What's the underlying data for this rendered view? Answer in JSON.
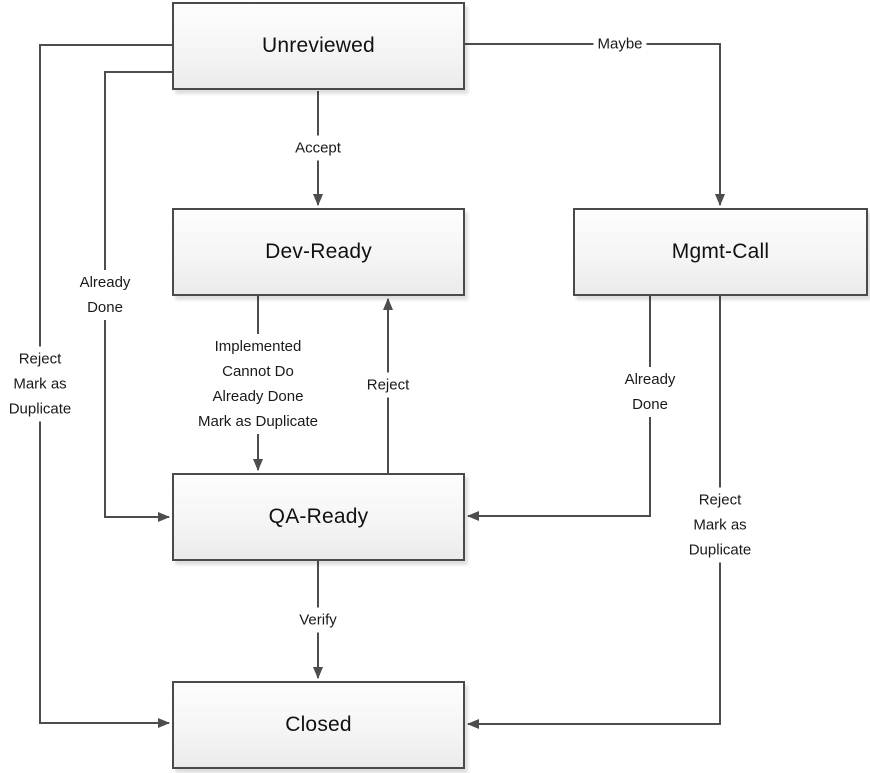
{
  "diagram": {
    "type": "flowchart-state-diagram",
    "colors": {
      "background": "#ffffff",
      "line": "#4d4d4d",
      "node_border": "#4a4a4a",
      "node_fill_top": "#fdfdfd",
      "node_fill_bottom": "#ebebeb",
      "text": "#1a1a1a"
    },
    "nodes": [
      {
        "id": "unreviewed",
        "label": "Unreviewed"
      },
      {
        "id": "dev-ready",
        "label": "Dev-Ready"
      },
      {
        "id": "mgmt-call",
        "label": "Mgmt-Call"
      },
      {
        "id": "qa-ready",
        "label": "QA-Ready"
      },
      {
        "id": "closed",
        "label": "Closed"
      }
    ],
    "edges": [
      {
        "from": "unreviewed",
        "to": "dev-ready",
        "label": "Accept"
      },
      {
        "from": "unreviewed",
        "to": "mgmt-call",
        "label": "Maybe"
      },
      {
        "from": "unreviewed",
        "to": "qa-ready",
        "label": "Already\nDone"
      },
      {
        "from": "unreviewed",
        "to": "closed",
        "label": "Reject\nMark as\nDuplicate"
      },
      {
        "from": "dev-ready",
        "to": "qa-ready",
        "label": "Implemented\nCannot Do\nAlready Done\nMark as Duplicate"
      },
      {
        "from": "qa-ready",
        "to": "dev-ready",
        "label": "Reject"
      },
      {
        "from": "mgmt-call",
        "to": "qa-ready",
        "label": "Already\nDone"
      },
      {
        "from": "mgmt-call",
        "to": "closed",
        "label": "Reject\nMark as\nDuplicate"
      },
      {
        "from": "qa-ready",
        "to": "closed",
        "label": "Verify"
      }
    ]
  }
}
